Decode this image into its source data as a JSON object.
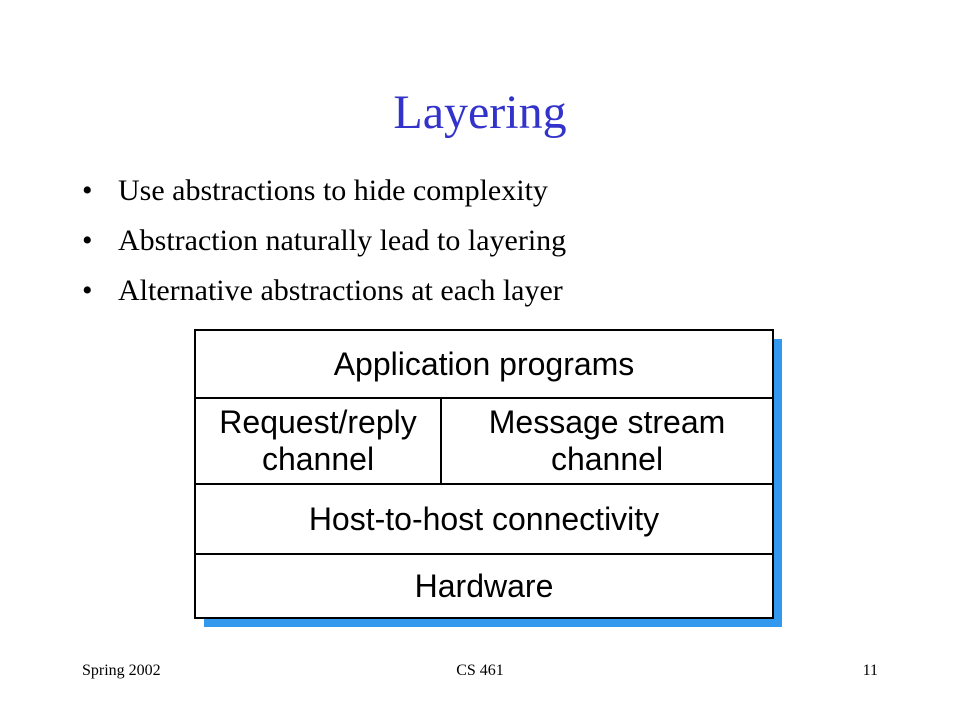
{
  "slide": {
    "title": "Layering",
    "bullet_glyph": "•",
    "bullets": [
      "Use abstractions to hide complexity",
      "Abstraction naturally lead to layering",
      "Alternative abstractions at each layer"
    ],
    "diagram": {
      "top_layer": "Application programs",
      "middle_left": "Request/reply channel",
      "middle_right": "Message stream channel",
      "host_layer": "Host-to-host connectivity",
      "bottom_layer": "Hardware"
    },
    "footer": {
      "left": "Spring 2002",
      "center": "CS 461",
      "right": "11"
    }
  },
  "colors": {
    "title": "#3333cc",
    "shadow": "#3399ee",
    "text": "#000000",
    "background": "#ffffff"
  }
}
